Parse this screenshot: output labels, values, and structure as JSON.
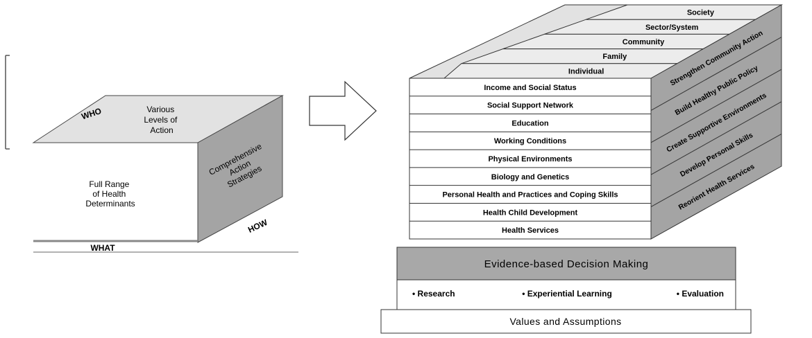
{
  "colors": {
    "face_gray": "#a4a4a4",
    "top_gray": "#e2e2e2",
    "band_gray": "#bdbdbd",
    "evidence_gray": "#a8a8a8",
    "line": "#222222",
    "text": "#1a1a1a"
  },
  "left_cube": {
    "who_label": "WHO",
    "top_text": [
      "Various",
      "Levels of",
      "Action"
    ],
    "front_text": [
      "Full Range",
      "of Health",
      "Determinants"
    ],
    "side_text": [
      "Comprehensive",
      "Action",
      "Strategies"
    ],
    "what_label": "WHAT",
    "how_label": "HOW"
  },
  "arrow": {
    "icon": "right-arrow-icon"
  },
  "right_cube": {
    "levels": [
      "Society",
      "Sector/System",
      "Community",
      "Family",
      "Individual"
    ],
    "determinants": [
      "Income and Social Status",
      "Social Support Network",
      "Education",
      "Working Conditions",
      "Physical Environments",
      "Biology and Genetics",
      "Personal Health and Practices and Coping Skills",
      "Health Child Development",
      "Health Services"
    ],
    "strategies": [
      "Strengthen Community Action",
      "Build Healthy Public Policy",
      "Create Supportive Environments",
      "Develop Personal Skills",
      "Reorient Health Services"
    ]
  },
  "base": {
    "evidence_title": "Evidence-based Decision Making",
    "items": [
      "• Research",
      "• Experiential Learning",
      "• Evaluation"
    ],
    "values_label": "Values and Assumptions"
  }
}
